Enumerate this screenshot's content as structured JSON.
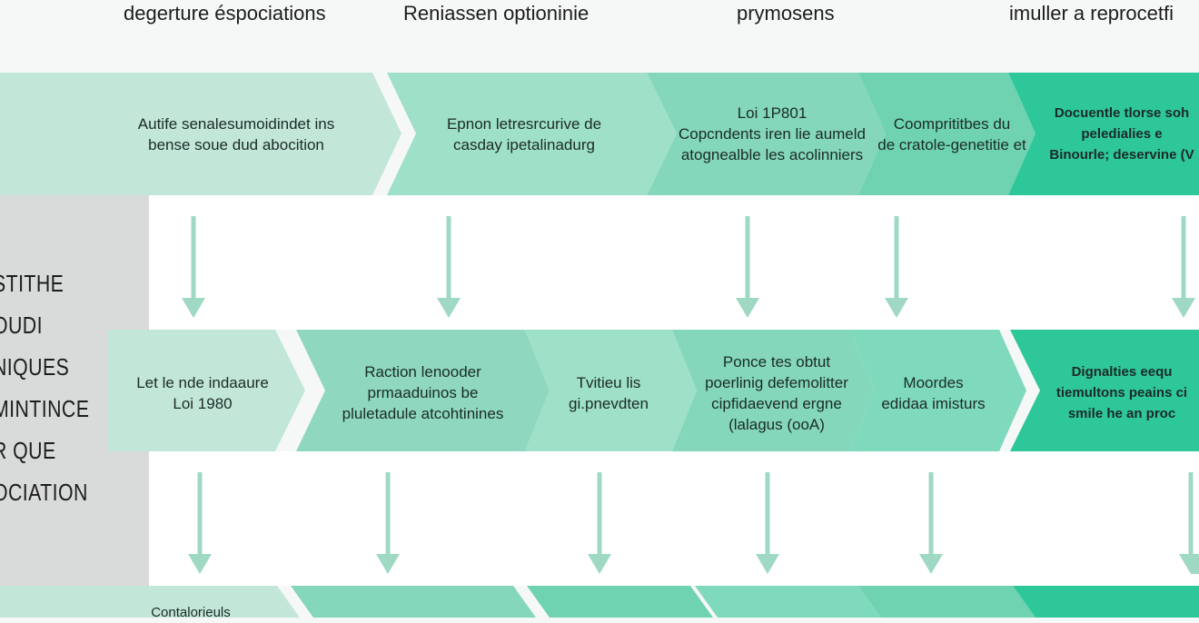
{
  "headers": [
    "degerture éspociations",
    "Reniassen optioninie",
    "prymosens",
    "imuller a reprocetfi"
  ],
  "sidebar": {
    "labels": [
      "STITHE",
      "OUDI",
      "NIQUES",
      "MINTINCE",
      "R QUE",
      "OCIATION"
    ]
  },
  "row1": {
    "cells": [
      {
        "lines": [
          "Autife senalesumoidindet ins",
          "bense soue dud abocition"
        ]
      },
      {
        "lines": [
          "Epnon letresrcurive de",
          "casday ipetalinadurg"
        ]
      },
      {
        "lines": [
          "Loi 1P801",
          "Copcndents iren lie aumeld",
          "atognealble les acolinniers"
        ]
      },
      {
        "lines": [
          "Coomprititbes du",
          "de cratole-genetitie et"
        ]
      },
      {
        "lines": [
          "Docuentle tlorse soh",
          "peledialies e",
          "Binourle; deservine (V"
        ]
      }
    ]
  },
  "row2": {
    "cells": [
      {
        "lines": [
          "Let le nde indaaure",
          "Loi 1980"
        ]
      },
      {
        "lines": [
          "Raction lenooder",
          "prmaaduinos be",
          "pluletadule atcohtinines"
        ]
      },
      {
        "lines": [
          "Tvitieu lis",
          "gi.pnevdten"
        ]
      },
      {
        "lines": [
          "Ponce tes obtut",
          "poerlinig defemolitter",
          "cipfidaevend ergne",
          "(lalagus (ooA)"
        ]
      },
      {
        "lines": [
          "Moordes",
          "edidaa imisturs"
        ]
      },
      {
        "lines": [
          "Dignalties eequ",
          "tiemultons peains ci",
          "smile he an proc"
        ]
      }
    ]
  },
  "row3": {
    "cells": [
      {
        "lines": [
          "Contalorieuls"
        ]
      }
    ]
  },
  "colors": {
    "background": "#f6f8f7",
    "band": "#ffffff",
    "sidebar": "#d9dbda",
    "arrow": "#9fd9c3",
    "chevron_light": "#c2e6d8",
    "chevron_mid": "#8fd8bf",
    "chevron_teal": "#6fd3b2",
    "chevron_dark": "#2ec79a"
  }
}
